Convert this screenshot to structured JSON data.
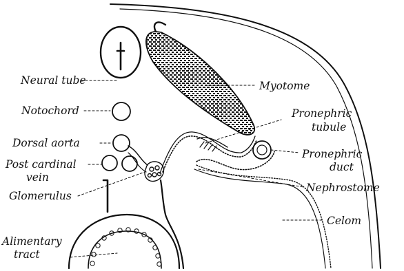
{
  "figure": {
    "ink_color": "#111111",
    "paper_color": "#ffffff",
    "labels": {
      "neural_tube": "Neural tube",
      "notochord": "Notochord",
      "dorsal_aorta": "Dorsal aorta",
      "post_cardinal_vein_line1": "Post cardinal",
      "post_cardinal_vein_line2": "vein",
      "glomerulus": "Glomerulus",
      "alimentary_tract_line1": "Alimentary",
      "alimentary_tract_line2": "tract",
      "myotome": "Myotome",
      "pronephric_tubule_line1": "Pronephric",
      "pronephric_tubule_line2": "tubule",
      "pronephric_duct_line1": "Pronephric",
      "pronephric_duct_line2": "duct",
      "nephrostome": "Nephrostome",
      "celom": "Celom"
    }
  }
}
